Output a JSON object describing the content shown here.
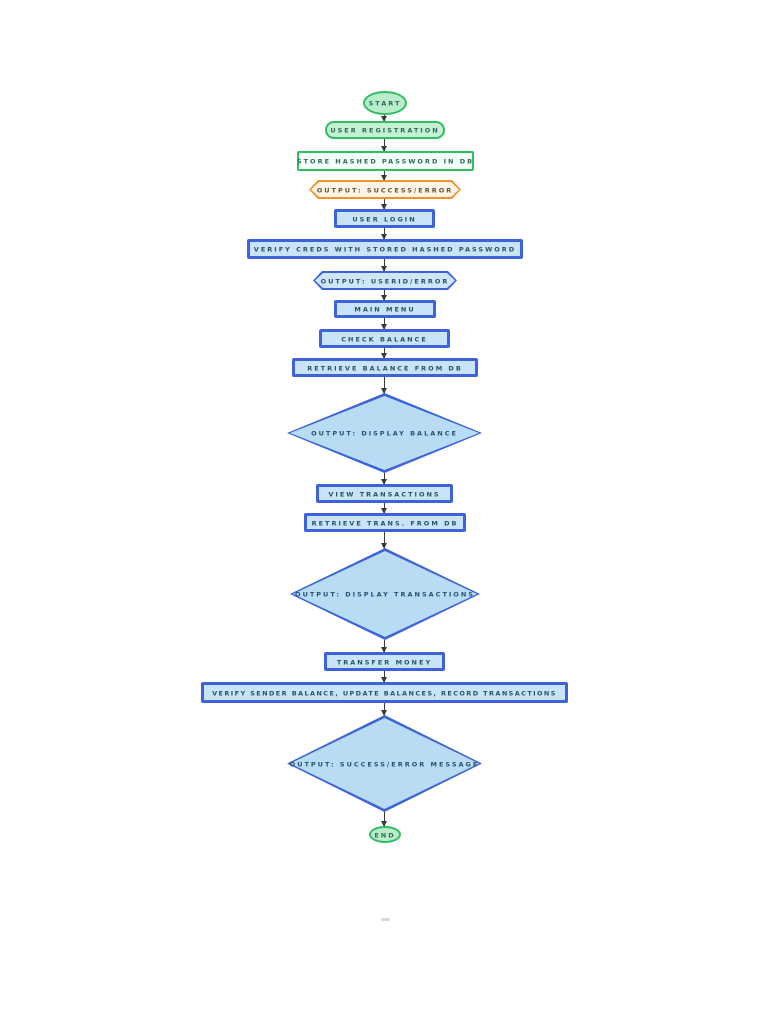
{
  "page": {
    "background": "#ffffff"
  },
  "flowchart": {
    "nodes": [
      {
        "id": "start",
        "label": "START",
        "shape": "ellipse",
        "scheme": "green"
      },
      {
        "id": "user-registration",
        "label": "USER REGISTRATION",
        "shape": "stadium",
        "scheme": "green"
      },
      {
        "id": "store-hashed-password",
        "label": "STORE HASHED PASSWORD IN DB",
        "shape": "rect",
        "scheme": "green"
      },
      {
        "id": "output-success-error",
        "label": "OUTPUT: SUCCESS/ERROR",
        "shape": "hexagon",
        "scheme": "orange"
      },
      {
        "id": "user-login",
        "label": "USER LOGIN",
        "shape": "rect",
        "scheme": "blue"
      },
      {
        "id": "verify-creds",
        "label": "VERIFY CREDS WITH STORED HASHED PASSWORD",
        "shape": "rect",
        "scheme": "blue"
      },
      {
        "id": "output-userid-error",
        "label": "OUTPUT: USERID/ERROR",
        "shape": "hexagon",
        "scheme": "blue"
      },
      {
        "id": "main-menu",
        "label": "MAIN MENU",
        "shape": "rect",
        "scheme": "blue"
      },
      {
        "id": "check-balance",
        "label": "CHECK BALANCE",
        "shape": "rect",
        "scheme": "blue"
      },
      {
        "id": "retrieve-balance",
        "label": "RETRIEVE BALANCE FROM DB",
        "shape": "rect",
        "scheme": "blue"
      },
      {
        "id": "output-display-balance",
        "label": "OUTPUT: DISPLAY BALANCE",
        "shape": "diamond",
        "scheme": "blue"
      },
      {
        "id": "view-transactions",
        "label": "VIEW TRANSACTIONS",
        "shape": "rect",
        "scheme": "blue"
      },
      {
        "id": "retrieve-trans",
        "label": "RETRIEVE TRANS. FROM DB",
        "shape": "rect",
        "scheme": "blue"
      },
      {
        "id": "output-display-transactions",
        "label": "OUTPUT: DISPLAY TRANSACTIONS",
        "shape": "diamond",
        "scheme": "blue"
      },
      {
        "id": "transfer-money",
        "label": "TRANSFER MONEY",
        "shape": "rect",
        "scheme": "blue"
      },
      {
        "id": "verify-sender-balance",
        "label": "VERIFY SENDER BALANCE, UPDATE BALANCES, RECORD TRANSACTIONS",
        "shape": "rect",
        "scheme": "blue"
      },
      {
        "id": "output-success-error-message",
        "label": "OUTPUT: SUCCESS/ERROR MESSAGE",
        "shape": "diamond",
        "scheme": "blue"
      },
      {
        "id": "end",
        "label": "END",
        "shape": "ellipse",
        "scheme": "green"
      }
    ],
    "colors": {
      "green_border": "#2fbe60",
      "green_fill": "#c4f0d4",
      "green_ellipse_fill": "#b9ecca",
      "green_rect_fill": "#f5fdf8",
      "orange_border": "#ef9227",
      "orange_fill": "#fdf3e7",
      "blue_border": "#3e63d8",
      "blue_fill": "#c9e3f8",
      "hex_blue_fill": "#cfe6f9",
      "diamond_fill": "#b9dcf5",
      "arrow": "#3a3a3a"
    }
  }
}
